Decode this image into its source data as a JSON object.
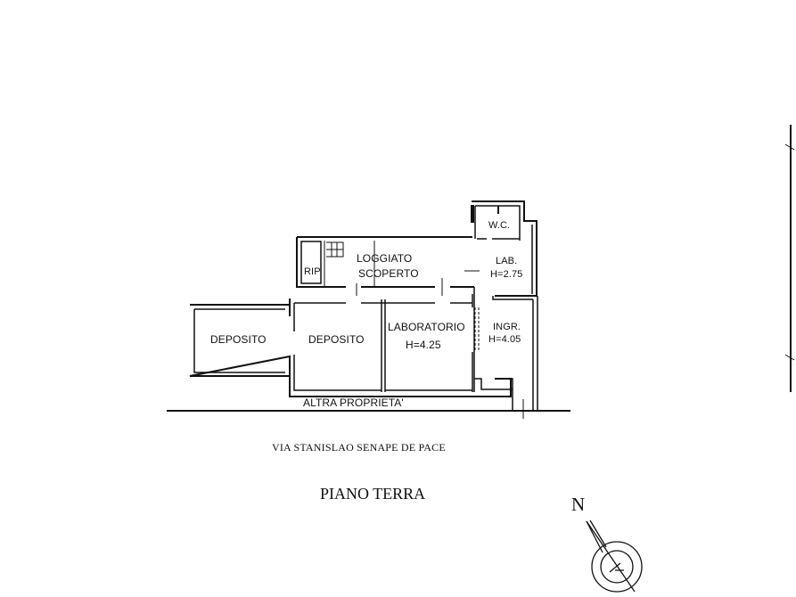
{
  "plan": {
    "rooms": {
      "rip": "RIP",
      "loggiato_1": "LOGGIATO",
      "loggiato_2": "SCOPERTO",
      "wc": "W.C.",
      "lab_1": "LAB.",
      "lab_2": "H=2.75",
      "deposito_left": "DEPOSITO",
      "deposito_right": "DEPOSITO",
      "laboratorio_1": "LABORATORIO",
      "laboratorio_2": "H=4.25",
      "ingr_1": "INGR.",
      "ingr_2": "H=4.05"
    },
    "altra_proprieta": "ALTRA PROPRIETA'",
    "street": "VIA STANISLAO SENAPE DE PACE",
    "floor_title": "PIANO TERRA",
    "north_label": "N"
  }
}
